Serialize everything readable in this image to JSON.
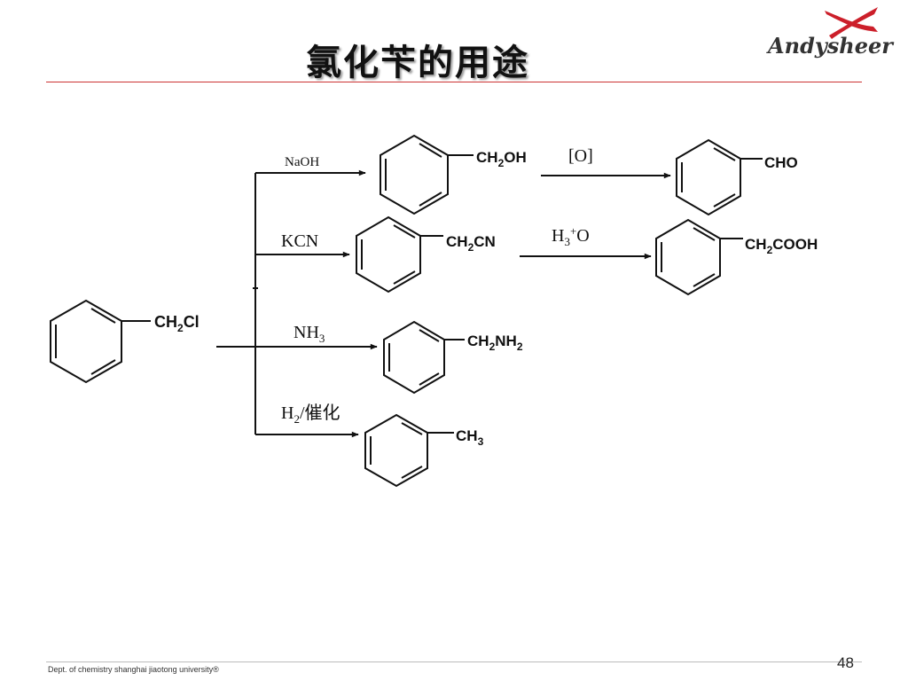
{
  "title": "氯化苄的用途",
  "logo": {
    "text": "Andysheer"
  },
  "footer": {
    "text": "Dept. of chemistry  shanghai jiaotong university®",
    "page": "48"
  },
  "scheme": {
    "start": {
      "substituent": "CH2Cl",
      "label_main": "CH",
      "label_sub": "2",
      "label_end": "Cl"
    },
    "reagents": {
      "naoh": "NaOH",
      "kcn": "KCN",
      "nh3_main": "NH",
      "nh3_sub": "3",
      "h2_main": "H",
      "h2_sub": "2",
      "h2_end": "/催化",
      "ox": "[O]",
      "h3o_main": "H",
      "h3o_sub": "3",
      "h3o_sup": "+",
      "h3o_end": "O"
    },
    "products": {
      "ch2oh": {
        "a": "CH",
        "sub": "2",
        "b": "OH"
      },
      "cho": {
        "a": "CHO"
      },
      "ch2cn": {
        "a": "CH",
        "sub": "2",
        "b": "CN"
      },
      "ch2cooh": {
        "a": "CH",
        "sub": "2",
        "b": "COOH"
      },
      "ch2nh2": {
        "a": "CH",
        "sub": "2",
        "b": "NH",
        "sub2": "2"
      },
      "ch3": {
        "a": "CH",
        "sub": "3"
      }
    }
  },
  "colors": {
    "title_rule": "#cc3333",
    "logo_red": "#cc1f2a",
    "ink": "#111111"
  }
}
